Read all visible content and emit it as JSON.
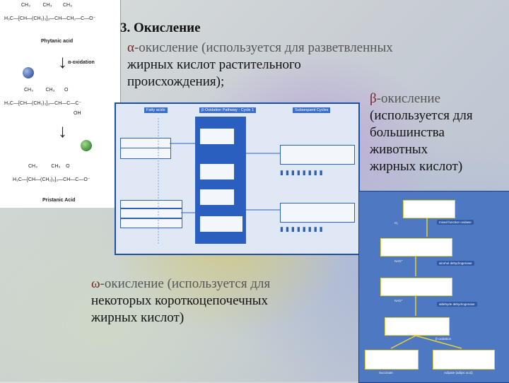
{
  "heading": "3. Окисление",
  "alpha": {
    "symbol": "α",
    "line1": "-окисление (используется для разветвленных",
    "line2": "жирных кислот растительного",
    "line3": "происхождения);"
  },
  "beta": {
    "symbol": "β",
    "line1": "-окисление",
    "line2": "(используется для",
    "line3": "большинства",
    "line4": "животных",
    "line5": "жирных кислот)"
  },
  "omega": {
    "symbol": "ω",
    "line1": "-окисление (используется для",
    "line2": "некоторых короткоцепочечных",
    "line3": "жирных кислот)"
  },
  "alpha_figure": {
    "phytanic_label": "Phytanic acid",
    "alpha_oxidation_label": "α-oxidation",
    "pristanic_label": "Pristanic Acid"
  },
  "beta_panel": {
    "fatty_acids_label": "Fatty acids",
    "pathway_label": "β-Oxidation Pathway - Cycle 1",
    "subsequent_label": "Subsequent Cycles"
  },
  "omega_figure": {
    "mixed_function_oxidase": "mixed function oxidase",
    "alcohol_dehydrogenase": "alcohol dehydrogenase",
    "aldehyde_dehydrogenase": "aldehyde dehydrogenase",
    "succinate_label": "Succinate",
    "adipate_label": "Adipate (adipic acid)"
  },
  "colors": {
    "greek_letter": "#7a1f1f",
    "panel_blue": "#1f4fa3",
    "omega_blue": "#4f78c2"
  }
}
